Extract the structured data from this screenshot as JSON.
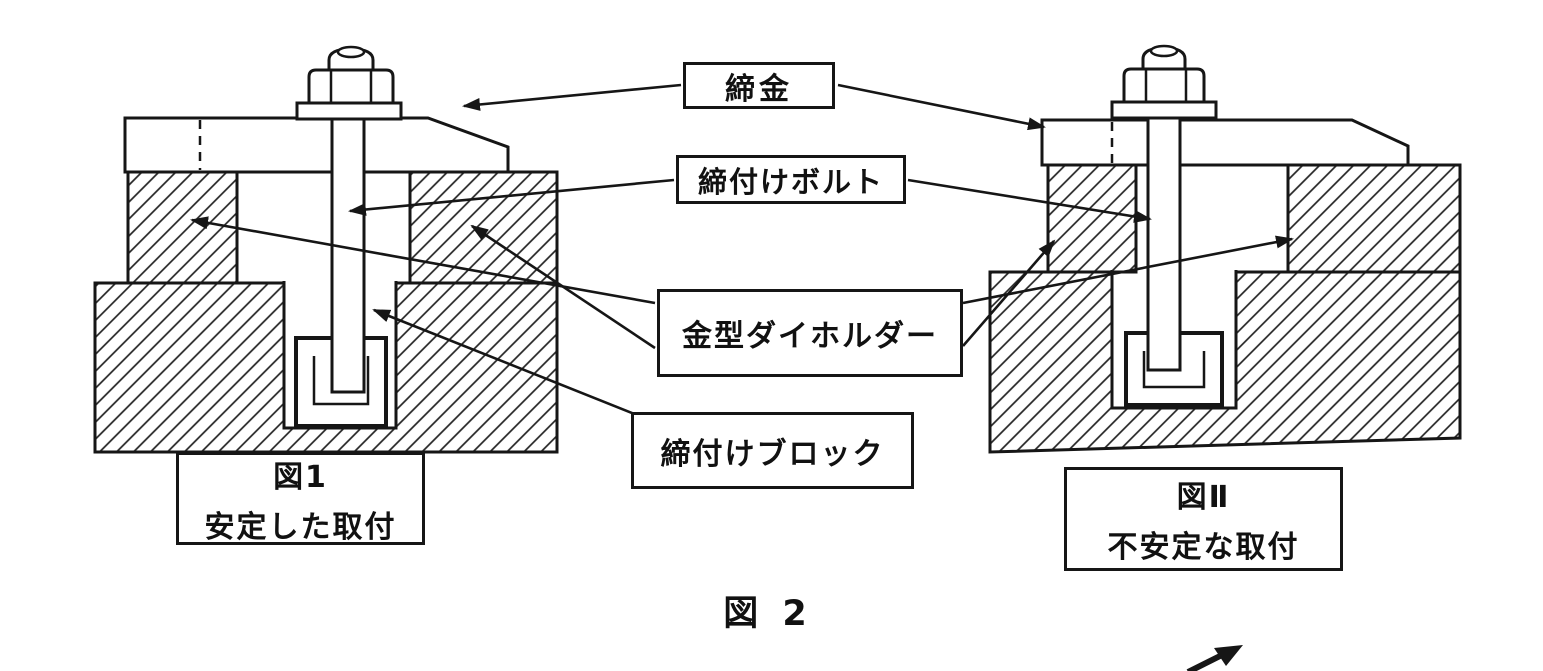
{
  "diagram": {
    "figure_number": "図 2",
    "part_labels": {
      "clamp": "締金",
      "clamping_bolt": "締付けボルト",
      "die_holder": "金型ダイホルダー",
      "clamping_block": "締付けブロック"
    },
    "captions": {
      "stable": {
        "title": "図1",
        "subtitle": "安定した取付"
      },
      "unstable": {
        "title": "図Ⅱ",
        "subtitle": "不安定な取付"
      }
    },
    "colors": {
      "ink": "#161616",
      "paper": "#ffffff"
    }
  }
}
